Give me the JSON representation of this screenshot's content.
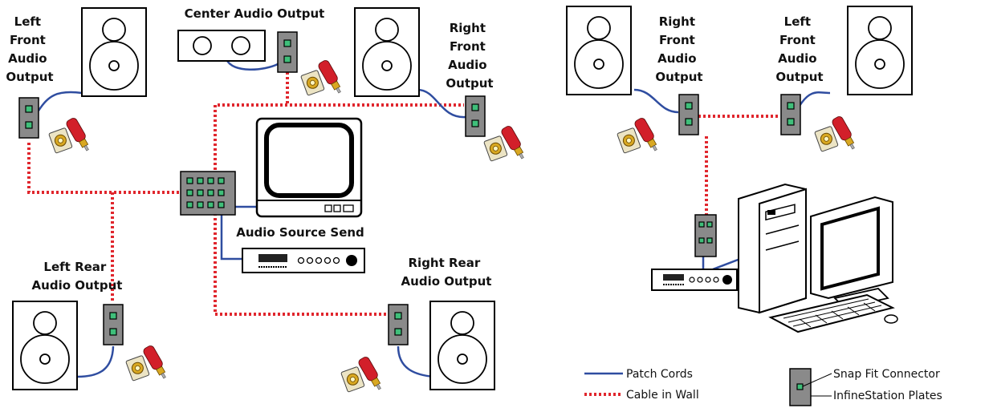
{
  "labels": {
    "left_front": [
      "Left",
      "Front",
      "Audio",
      "Output"
    ],
    "center": "Center Audio Output",
    "right_front": [
      "Right",
      "Front",
      "Audio",
      "Output"
    ],
    "left_rear": [
      "Left Rear",
      "Audio Output"
    ],
    "right_rear": [
      "Right Rear",
      "Audio Output"
    ],
    "source": "Audio Source Send",
    "pc_right_front": [
      "Right",
      "Front",
      "Audio",
      "Output"
    ],
    "pc_left_front": [
      "Left",
      "Front",
      "Audio",
      "Output"
    ]
  },
  "legend": {
    "patch": "Patch Cords",
    "wall": "Cable in Wall",
    "snap": "Snap Fit Connector",
    "plates": "InfineStation Plates"
  },
  "colors": {
    "patch_cord": "#2f4da0",
    "cable_in_wall": "#e0262d",
    "plate": "#8a8a8a",
    "port": "#3fbf7a"
  }
}
